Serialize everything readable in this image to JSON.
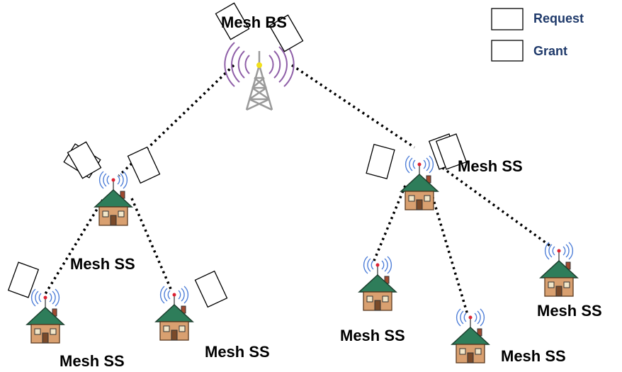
{
  "legend": {
    "request_label": "Request",
    "grant_label": "Grant"
  },
  "nodes": {
    "bs_label": "Mesh BS",
    "ss_label": "Mesh SS"
  },
  "colors": {
    "roof": "#2e7d5a",
    "wall": "#d9a070",
    "tower": "#9a9a9a",
    "wave": "#8f5fa8",
    "antenna_wave": "#4f7fd8",
    "legend_text": "#1f3a6b"
  }
}
